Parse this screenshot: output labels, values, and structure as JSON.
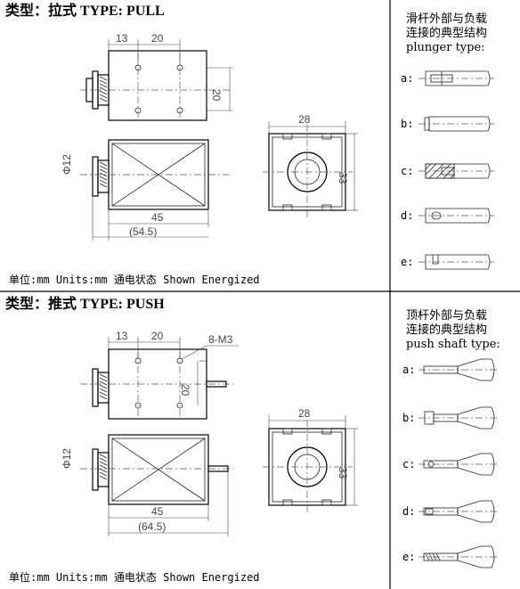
{
  "pull": {
    "title": "类型：拉式  TYPE: PULL",
    "units": "单位:mm  Units:mm    通电状态 Shown Energized",
    "dims": {
      "d13": "13",
      "d20": "20",
      "d20v": "20",
      "d28": "28",
      "d33": "33",
      "dia": "Φ12",
      "d45": "45",
      "d545": "(54.5)"
    },
    "side": {
      "line1": "滑杆外部与负载",
      "line2": "连接的典型结构",
      "line3": "plunger type:",
      "labels": [
        "a:",
        "b:",
        "c:",
        "d:",
        "e:"
      ]
    }
  },
  "push": {
    "title": "类型：推式  TYPE: PUSH",
    "units": "单位:mm  Units:mm    通电状态 Shown Energized",
    "dims": {
      "d13": "13",
      "d20": "20",
      "d20v": "20",
      "d8m3": "8-M3",
      "d28": "28",
      "d33": "33",
      "dia": "Φ12",
      "d45": "45",
      "d645": "(64.5)"
    },
    "side": {
      "line1": "顶杆外部与负载",
      "line2": "连接的典型结构",
      "line3": "push shaft type:",
      "labels": [
        "a:",
        "b:",
        "c:",
        "d:",
        "e:"
      ]
    }
  }
}
